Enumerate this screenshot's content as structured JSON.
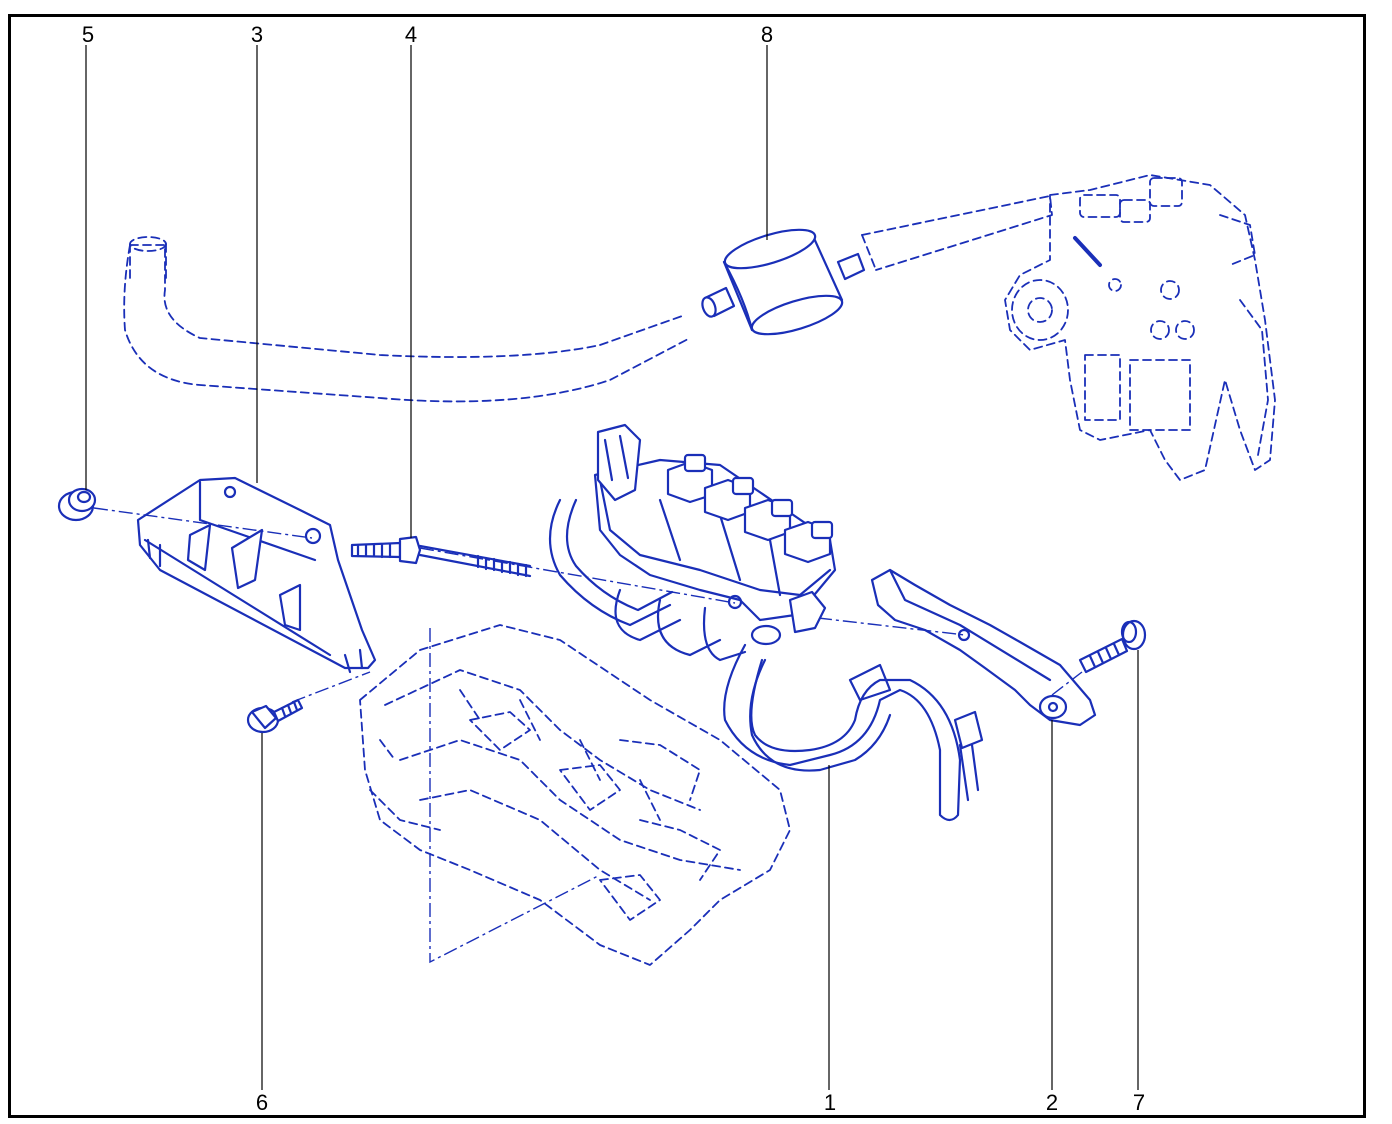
{
  "figure": {
    "line_color": "#1a2fb8",
    "frame_color": "#000000",
    "callouts": {
      "c1": "1",
      "c2": "2",
      "c3": "3",
      "c4": "4",
      "c5": "5",
      "c6": "6",
      "c7": "7",
      "c8": "8"
    }
  }
}
